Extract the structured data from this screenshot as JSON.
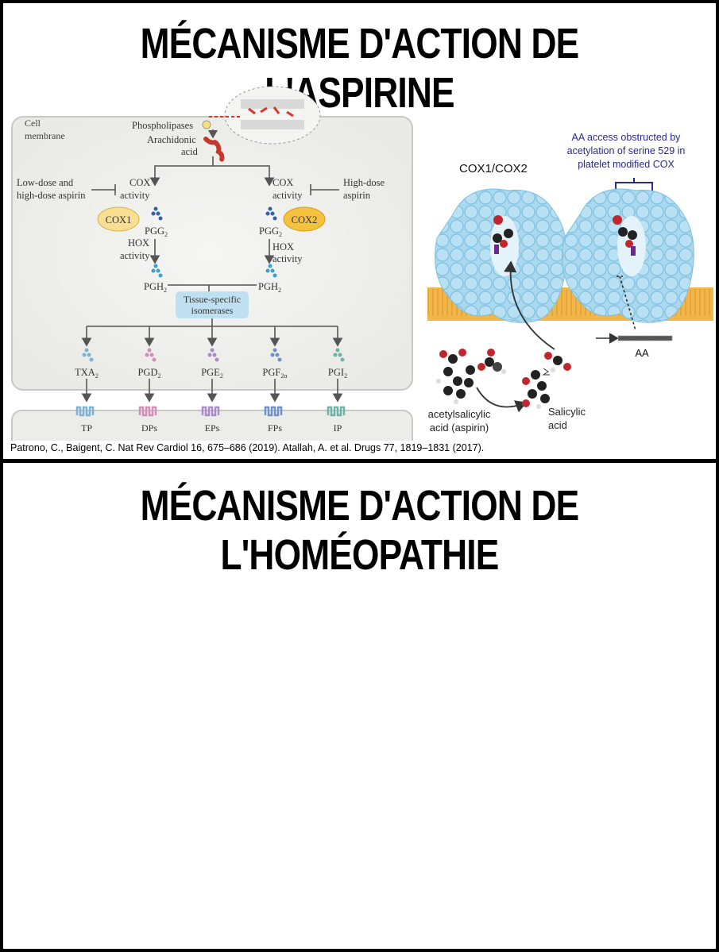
{
  "top_panel": {
    "title": "MÉCANISME D'ACTION DE L'ASPIRINE",
    "citation": "Patrono, C., Baigent, C. Nat Rev Cardiol 16, 675–686 (2019).   Atallah, A. et al. Drugs 77, 1819–1831 (2017)."
  },
  "pathway": {
    "cell_membrane": [
      "Cell",
      "membrane"
    ],
    "phospholipases": "Phospholipases",
    "arachidonic": [
      "Arachidonic",
      "acid"
    ],
    "low_dose": [
      "Low-dose and",
      "high-dose aspirin"
    ],
    "high_dose": [
      "High-dose",
      "aspirin"
    ],
    "cox_activity": [
      "COX",
      "activity"
    ],
    "hox_activity": [
      "HOX",
      "activity"
    ],
    "cox1": "COX1",
    "cox2": "COX2",
    "pgg2": "PGG",
    "pgh2": "PGH",
    "sub2": "2",
    "isomerases": [
      "Tissue-specific",
      "isomerases"
    ],
    "products": [
      {
        "name": "TXA",
        "sub": "2",
        "receptor": "TP",
        "color": "#7fb3d5"
      },
      {
        "name": "PGD",
        "sub": "2",
        "receptor": "DPs",
        "color": "#d08fb8"
      },
      {
        "name": "PGE",
        "sub": "2",
        "receptor": "EPs",
        "color": "#a98cc8"
      },
      {
        "name": "PGF",
        "sub": "2α",
        "receptor": "FPs",
        "color": "#6f93c8"
      },
      {
        "name": "PGI",
        "sub": "2",
        "receptor": "IP",
        "color": "#6fb3a8"
      }
    ]
  },
  "molecular": {
    "cox_label": "COX1/COX2",
    "note": [
      "AA access obstructed by",
      "acetylation of serine 529 in",
      "platelet modified COX"
    ],
    "aa": "AA",
    "aspirin": [
      "acetylsalicylic",
      "acid (aspirin)"
    ],
    "salicylic": [
      "Salicylic",
      "acid"
    ]
  },
  "bottom_panel": {
    "title": "MÉCANISME D'ACTION DE L'HOMÉOPATHIE"
  }
}
